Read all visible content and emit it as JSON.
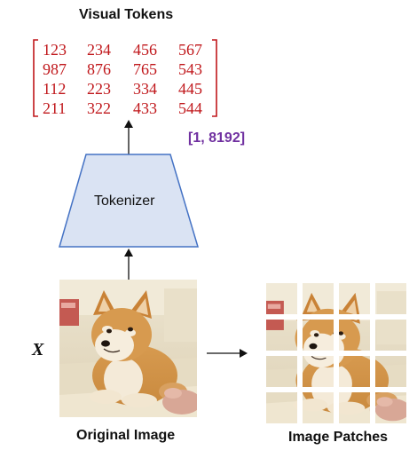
{
  "header": {
    "title": "Visual Tokens"
  },
  "tokens": {
    "rows": [
      [
        "123",
        "234",
        "456",
        "567"
      ],
      [
        "987",
        "876",
        "765",
        "543"
      ],
      [
        "112",
        "223",
        "334",
        "445"
      ],
      [
        "211",
        "322",
        "433",
        "544"
      ]
    ],
    "shape_label": "[1, 8192]",
    "color": "#c0171b",
    "shape_color": "#7030a0"
  },
  "tokenizer": {
    "label": "Tokenizer",
    "fill": "#dae3f3",
    "stroke": "#4472c4"
  },
  "input": {
    "symbol": "X",
    "caption": "Original Image"
  },
  "patches": {
    "caption": "Image Patches",
    "grid": "4x4"
  }
}
